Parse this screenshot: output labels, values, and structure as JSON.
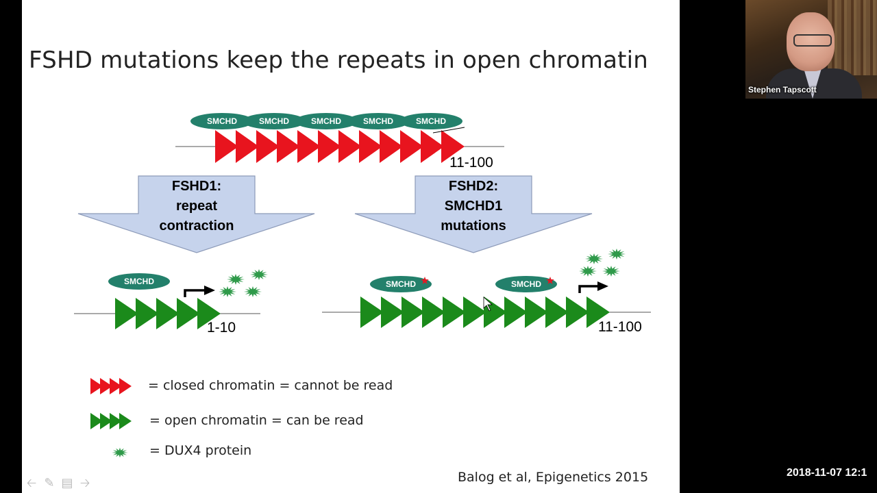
{
  "slide": {
    "title": "FSHD mutations keep the repeats in open chromatin",
    "smchd_label": "SMCHD",
    "top_repeat_count": "11-100",
    "fshd1_arrow": {
      "line1": "FSHD1:",
      "line2": "repeat",
      "line3": "contraction"
    },
    "fshd2_arrow": {
      "line1": "FSHD2:",
      "line2": "SMCHD1",
      "line3": "mutations"
    },
    "fshd1_repeat_count": "1-10",
    "fshd2_repeat_count": "11-100",
    "legend": [
      {
        "text": "= closed chromatin = cannot be read",
        "color": "#e8141e"
      },
      {
        "text": "= open chromatin = can be read",
        "color": "#1b8a1b"
      },
      {
        "text": "= DUX4 protein",
        "color": "#2f9a4a"
      }
    ],
    "citation": "Balog et al, Epigenetics 2015",
    "colors": {
      "smchd": "#23806b",
      "red_repeat": "#e8141e",
      "green_repeat": "#1b8a1b",
      "arrow_fill": "#c6d3ec",
      "star": "#e01a24"
    }
  },
  "webcam": {
    "name": "Stephen Tapscott"
  },
  "timestamp": "2018-11-07  12:1",
  "nav": {
    "icons": [
      "back-arrow-icon",
      "pen-icon",
      "menu-icon",
      "forward-arrow-icon"
    ]
  }
}
